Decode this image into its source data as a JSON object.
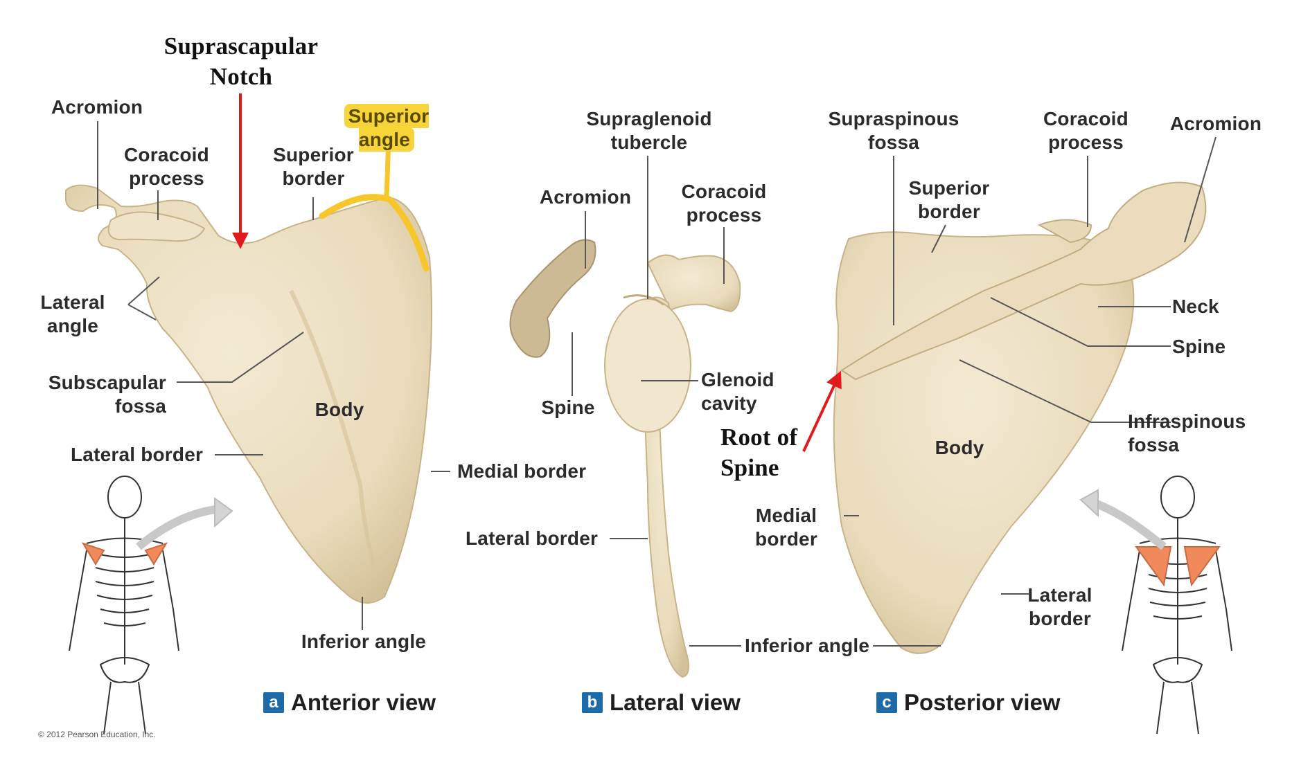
{
  "colors": {
    "bone": "#ece0c4",
    "bone_shadow": "#d8c6a0",
    "leader": "#555555",
    "red_arrow": "#e01b1b",
    "highlight": "#f6d43a",
    "badge": "#1c6aa8",
    "muscle": "#f08a5d"
  },
  "annotations": {
    "suprascapular_notch": "Suprascapular\nNotch",
    "root_of_spine": "Root of\nSpine"
  },
  "anterior": {
    "view_letter": "a",
    "view_title": "Anterior view",
    "labels": {
      "acromion": "Acromion",
      "coracoid": "Coracoid\nprocess",
      "superior_border": "Superior\nborder",
      "superior_angle": "Superior\nangle",
      "lateral_angle": "Lateral\nangle",
      "subscapular_fossa": "Subscapular\nfossa",
      "body": "Body",
      "lateral_border": "Lateral border",
      "medial_border": "Medial border",
      "inferior_angle": "Inferior angle"
    }
  },
  "lateral": {
    "view_letter": "b",
    "view_title": "Lateral view",
    "labels": {
      "supraglenoid": "Supraglenoid\ntubercle",
      "acromion": "Acromion",
      "coracoid": "Coracoid\nprocess",
      "spine": "Spine",
      "glenoid": "Glenoid\ncavity",
      "lateral_border": "Lateral border",
      "inferior_angle": "Inferior angle"
    }
  },
  "posterior": {
    "view_letter": "c",
    "view_title": "Posterior view",
    "labels": {
      "supraspinous": "Supraspinous\nfossa",
      "coracoid": "Coracoid\nprocess",
      "acromion": "Acromion",
      "superior_border": "Superior\nborder",
      "neck": "Neck",
      "spine": "Spine",
      "infraspinous": "Infraspinous\nfossa",
      "body": "Body",
      "medial_border": "Medial\nborder",
      "lateral_border": "Lateral\nborder"
    }
  },
  "copyright": "© 2012 Pearson Education, Inc."
}
